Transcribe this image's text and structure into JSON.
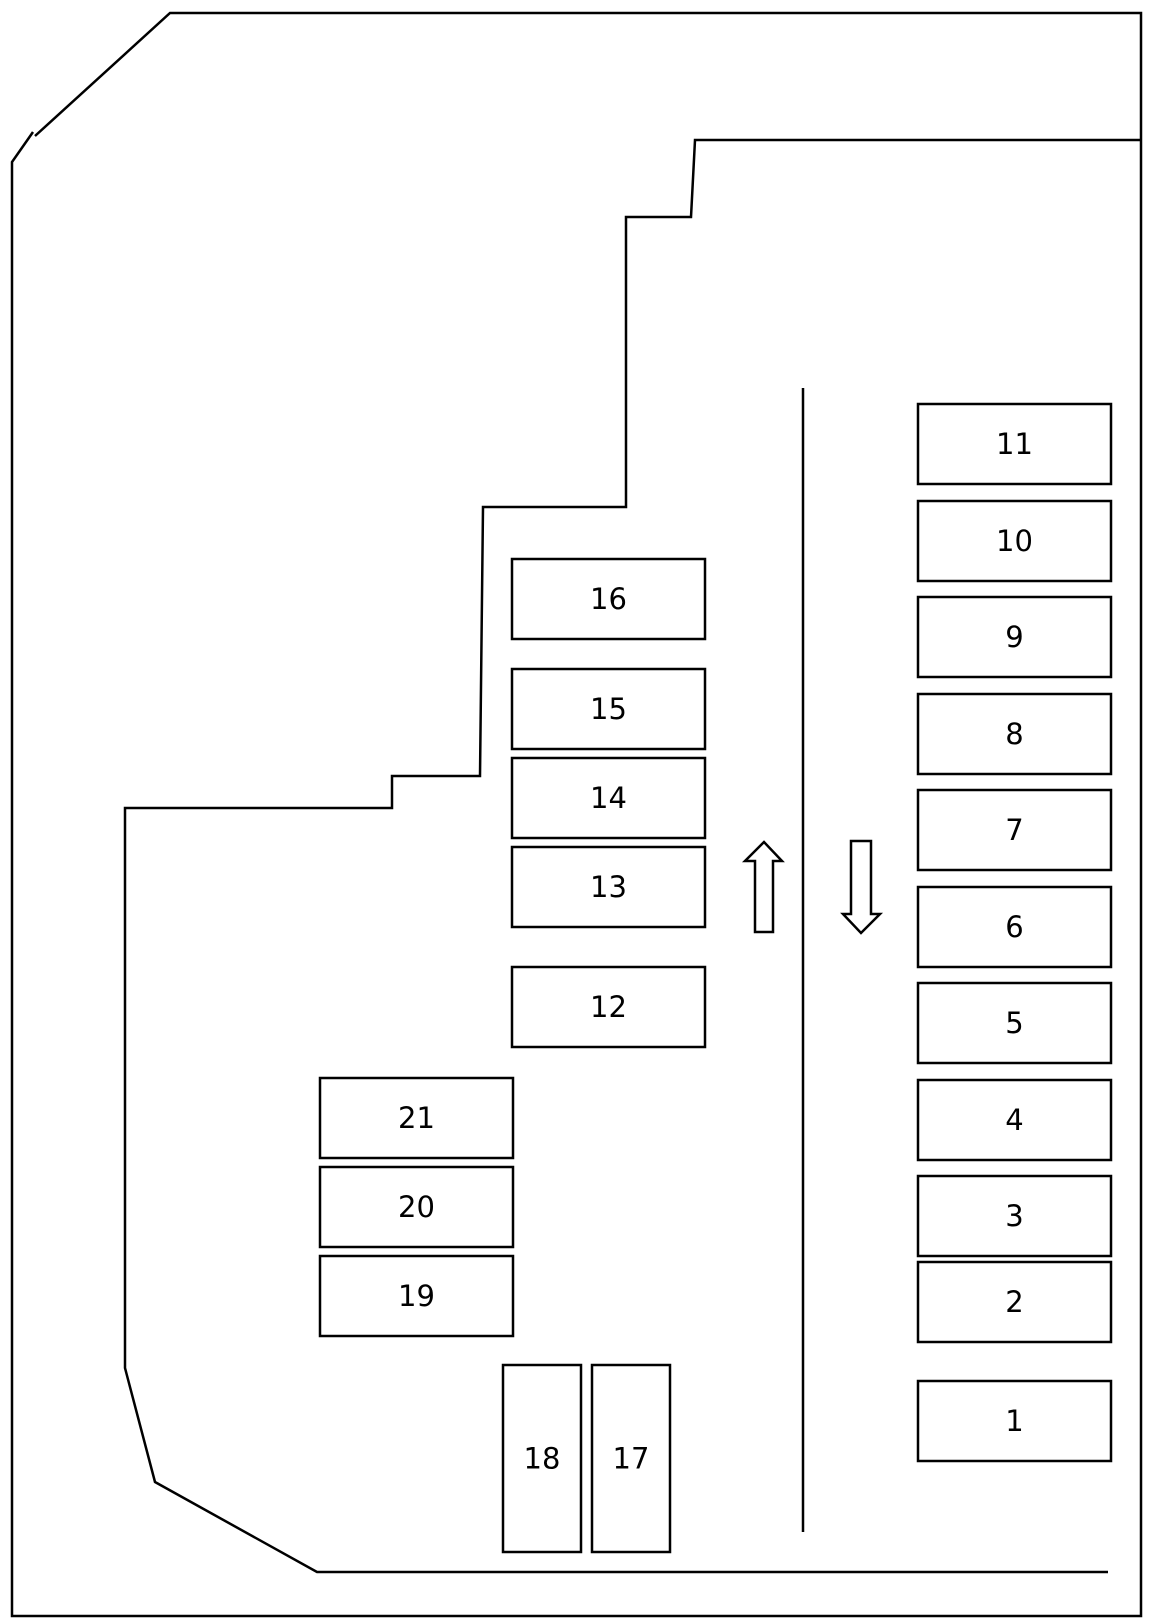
{
  "slots": [
    {
      "id": "1",
      "label": "1"
    },
    {
      "id": "2",
      "label": "2"
    },
    {
      "id": "3",
      "label": "3"
    },
    {
      "id": "4",
      "label": "4"
    },
    {
      "id": "5",
      "label": "5"
    },
    {
      "id": "6",
      "label": "6"
    },
    {
      "id": "7",
      "label": "7"
    },
    {
      "id": "8",
      "label": "8"
    },
    {
      "id": "9",
      "label": "9"
    },
    {
      "id": "10",
      "label": "10"
    },
    {
      "id": "11",
      "label": "11"
    },
    {
      "id": "12",
      "label": "12"
    },
    {
      "id": "13",
      "label": "13"
    },
    {
      "id": "14",
      "label": "14"
    },
    {
      "id": "15",
      "label": "15"
    },
    {
      "id": "16",
      "label": "16"
    },
    {
      "id": "17",
      "label": "17"
    },
    {
      "id": "18",
      "label": "18"
    },
    {
      "id": "19",
      "label": "19"
    },
    {
      "id": "20",
      "label": "20"
    },
    {
      "id": "21",
      "label": "21"
    }
  ],
  "arrows": [
    {
      "id": "up",
      "direction": "up"
    },
    {
      "id": "down",
      "direction": "down"
    }
  ]
}
